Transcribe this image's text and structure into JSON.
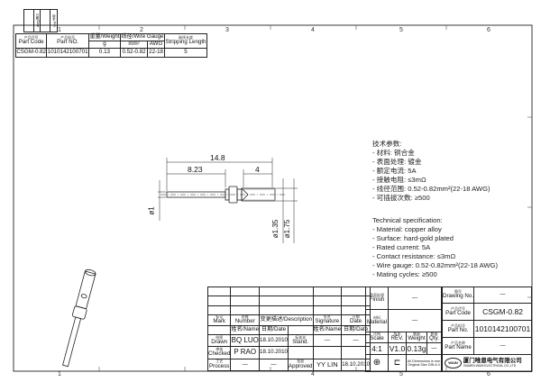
{
  "zones": [
    "1",
    "2",
    "3",
    "4",
    "5",
    "6"
  ],
  "revision_box": {
    "col1": "日期/Date",
    "col2": "版本 Rev"
  },
  "part_table": {
    "headers": [
      {
        "cn": "产品代号",
        "en": "Part Code"
      },
      {
        "cn": "产品料号",
        "en": "Part NO."
      },
      {
        "cn": "",
        "en": "重量/Weight"
      },
      {
        "cn": "",
        "en": "线径/Wire Gauge"
      },
      {
        "cn": "剥线长度",
        "en": "Stripping Length"
      }
    ],
    "units": [
      "g",
      "mm²",
      "AWG"
    ],
    "row": [
      "CSGM-0.82",
      "1010142100701",
      "0.13",
      "0.52-0.82",
      "22-18",
      "5"
    ]
  },
  "dimensions": {
    "overall": "14.8",
    "pin": "8.23",
    "barrel": "4",
    "d_pin": "ø1",
    "d_inner": "ø1.35",
    "d_outer": "ø1.75"
  },
  "spec_cn": {
    "title": "技术参数:",
    "items": [
      "- 材料: 铜合金",
      "- 表面处理: 镀金",
      "- 额定电流: 5A",
      "- 接触电阻: ≤3mΩ",
      "- 线径范围: 0.52-0.82mm²(22-18 AWG)",
      "- 可插拔次数: ≥500"
    ]
  },
  "spec_en": {
    "title": "Technical specification:",
    "items": [
      "- Material: copper alloy",
      "- Surface: hard-gold plated",
      "- Rated current: 5A",
      "- Contact resistance: ≤3mΩ",
      "- Wire gauge: 0.52-0.82mm²(22-18 AWG)",
      "- Mating cycles: ≥500"
    ]
  },
  "title_block": {
    "mark": {
      "cn": "标记",
      "en": "Mark"
    },
    "number": {
      "cn": "处数",
      "en": "Number"
    },
    "description": "变更描述/Description",
    "signature": {
      "cn": "签名",
      "en": "Signature"
    },
    "date": {
      "cn": "日期",
      "en": "Date"
    },
    "name_h": "姓名/Name",
    "date_h": "日期/Date",
    "drawn": {
      "cn": "绘图",
      "en": "Drawn",
      "name": "BQ LUO",
      "date": "18.10.2010"
    },
    "stand": {
      "cn": "标准化",
      "en": "Stand.",
      "name": "—",
      "date": "—"
    },
    "checked": {
      "cn": "审核",
      "en": "Checked",
      "name": "P RAO",
      "date": "18.10.2010"
    },
    "process": {
      "cn": "工艺",
      "en": "Process",
      "name": "—",
      "date": "—"
    },
    "approved": {
      "cn": "批准",
      "en": "Approved",
      "name": "YY LIN",
      "date": "18.10.2010"
    },
    "finish": {
      "cn": "表面处理",
      "en": "Finish",
      "value": "—"
    },
    "material": {
      "cn": "材料",
      "en": "Material",
      "value": "—"
    },
    "scale": {
      "cn": "比例",
      "en": "Scale",
      "value": "4:1"
    },
    "rev": {
      "cn": "版本",
      "en": "REV.",
      "value": "V1.0"
    },
    "weight": {
      "cn": "重量",
      "en": "Weight",
      "value": "0.13g"
    },
    "qty": {
      "cn": "数量",
      "en": "Qty.",
      "value": "—"
    },
    "note1": "All Dimensions in mm",
    "note2": "Original Size DIN A 4",
    "drawing_no": {
      "cn": "图号",
      "en": "Drawing No.",
      "value": "—"
    },
    "part_code": {
      "cn": "产品代号",
      "en": "Part Code",
      "value": "CSGM-0.82"
    },
    "part_no": {
      "cn": "产品料号",
      "en": "Part No.",
      "value": "1010142100701"
    },
    "part_name": {
      "cn": "产品名称",
      "en": "Part Name",
      "value": "—"
    },
    "company_cn": "厦门唯恩电气有限公司",
    "company_en": "XIAMEN WAIN ELECTRICAL CO.,LTD",
    "logo_text": "WAIN"
  }
}
